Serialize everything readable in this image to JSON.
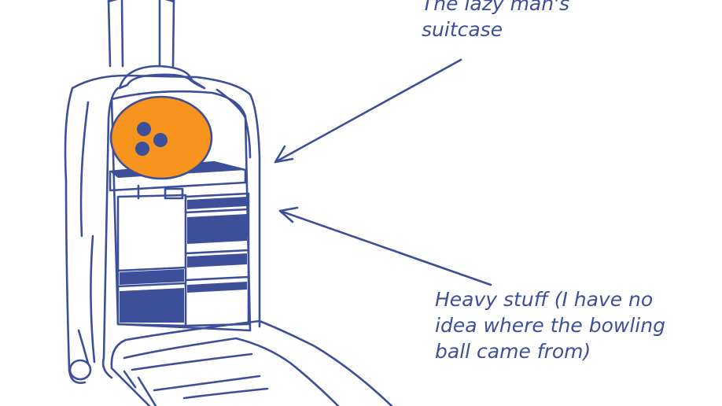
{
  "annotations": {
    "lazy_suitcase": {
      "lines": [
        "The lazy man's",
        "suitcase"
      ]
    },
    "heavy_stuff": {
      "lines": [
        "Heavy stuff (I have no",
        "idea where the bowling",
        "ball came from)"
      ]
    }
  },
  "colors": {
    "ink": "#3d4f99",
    "fill_dark": "#3d4f99",
    "ball": "#f7941d",
    "background": "#ffffff"
  }
}
